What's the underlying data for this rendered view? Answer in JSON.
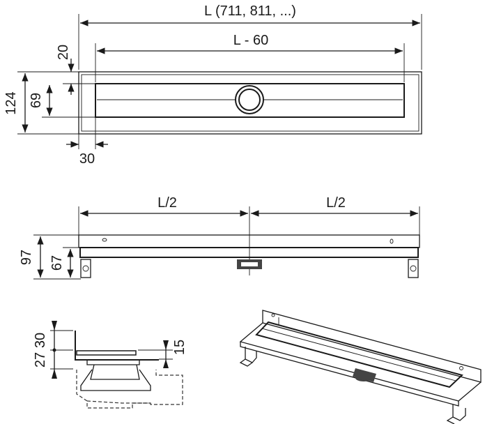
{
  "top_view": {
    "length_label": "L (711, 811, ...)",
    "inner_length_label": "L - 60",
    "edge_offset": "20",
    "total_width": "124",
    "channel_width": "69",
    "side_offset": "30"
  },
  "side_view": {
    "half_left": "L/2",
    "half_right": "L/2",
    "total_height": "97",
    "body_height": "67"
  },
  "section_view": {
    "upper_height": "30",
    "lower_height": "27",
    "grate_height": "15"
  }
}
